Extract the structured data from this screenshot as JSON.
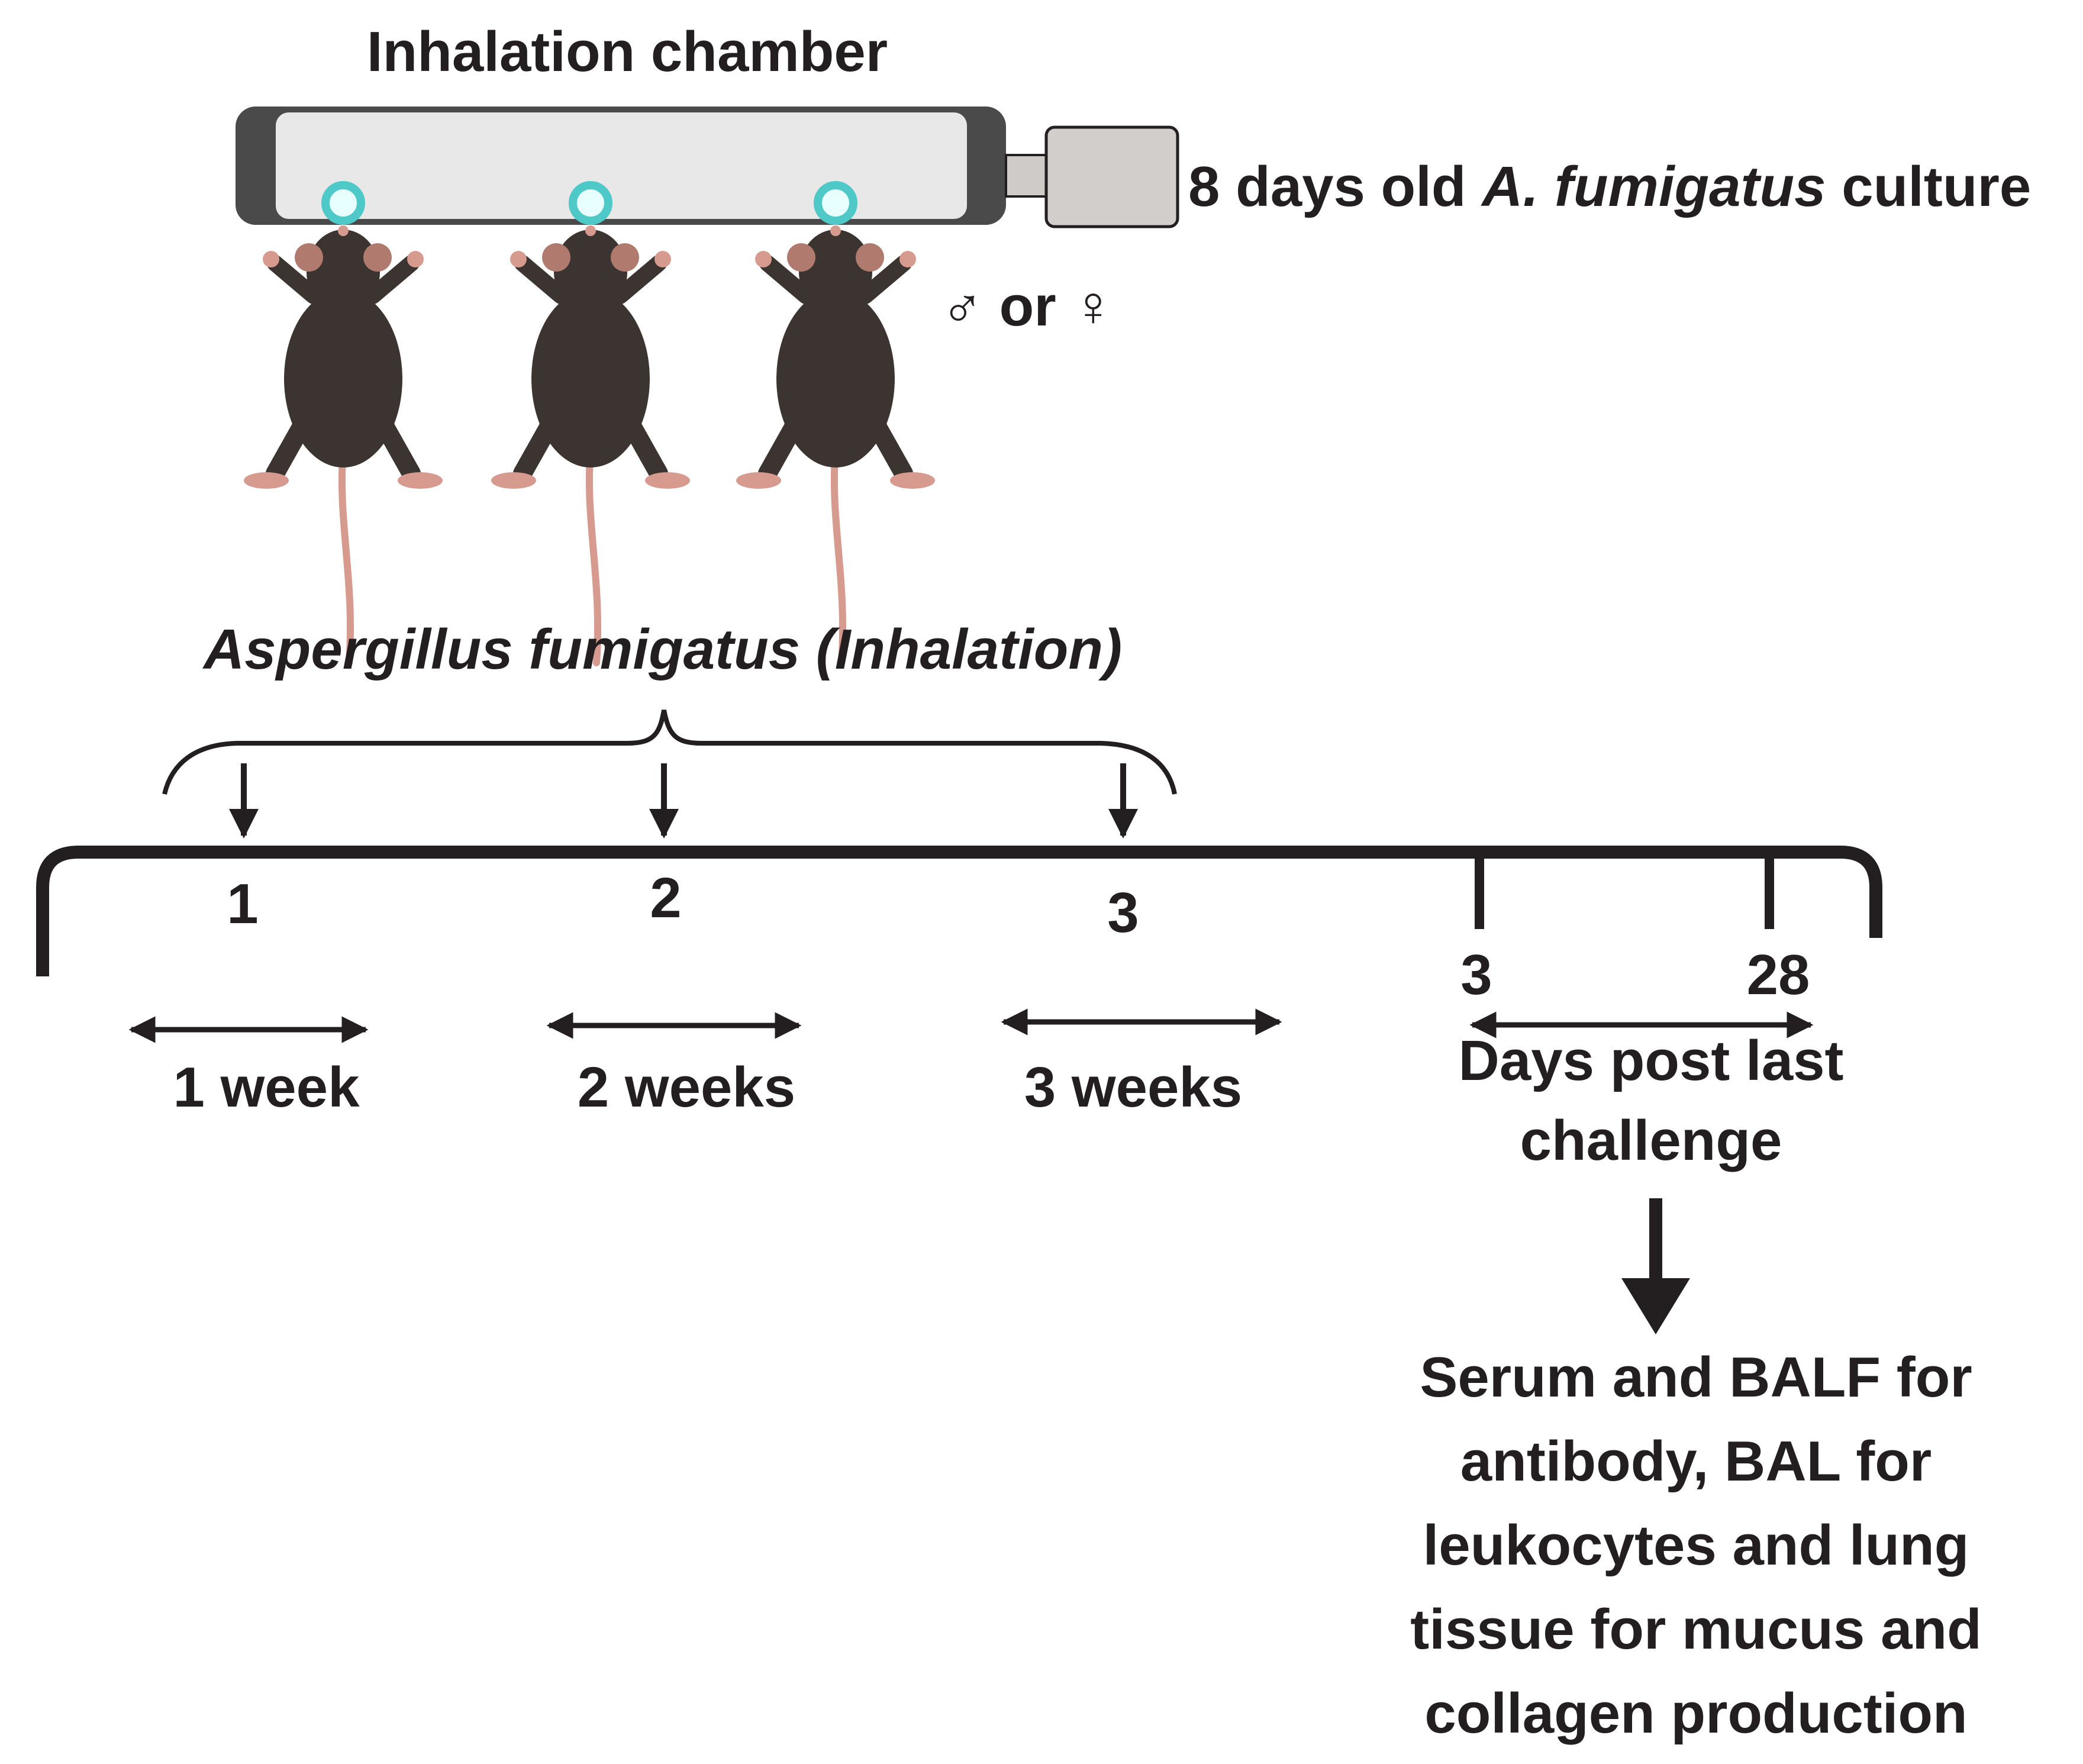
{
  "chamber": {
    "title": "Inhalation chamber",
    "culture_prefix": "8 days old ",
    "culture_species": "A. fumigatus",
    "culture_suffix": " culture"
  },
  "sex_label": {
    "male_symbol": "♂",
    "or_text": "or",
    "female_symbol": "♀"
  },
  "exposure_label": "Aspergillus fumigatus (Inhalation)",
  "timeline": {
    "challenges": [
      "1",
      "2",
      "3"
    ],
    "intervals": [
      "1 week",
      "2 weeks",
      "3 weeks"
    ],
    "post_ticks": [
      "3",
      "28"
    ],
    "post_label_line1": "Days post last",
    "post_label_line2": "challenge"
  },
  "outcome_lines": [
    "Serum and BALF for",
    "antibody, BAL for",
    "leukocytes and lung",
    "tissue for mucus and",
    "collagen production"
  ],
  "colors": {
    "ink": "#231f20",
    "chamber_fill": "#e8e8e8",
    "chamber_edge": "#4a4a4a",
    "port": "#4fc8c8",
    "mouse_body": "#3b3430",
    "mouse_pink": "#d79a8e"
  }
}
